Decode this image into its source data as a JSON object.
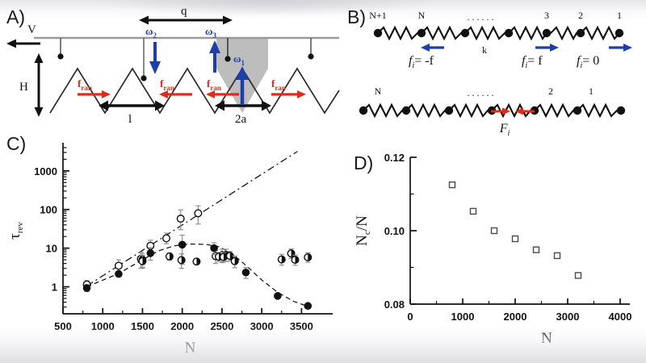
{
  "figure": {
    "panels": [
      "A)",
      "B)",
      "C)",
      "D)"
    ]
  },
  "panel_a": {
    "letter": "A)",
    "labels": {
      "velocity": "V",
      "height": "H",
      "period_q": "q",
      "spacing_l": "l",
      "width_2a": "2a",
      "omega1": "ω",
      "omega1_sub": "1",
      "omega2": "ω",
      "omega2_sub": "2",
      "omega3": "ω",
      "omega3_sub": "3",
      "f_ran": "f",
      "f_ran_sub": "ran"
    },
    "colors": {
      "blue": "#1f3fa8",
      "red": "#e02b16",
      "shade": "#bdbdbd",
      "line": "#2b2b2b",
      "surface": "#9a9a9a"
    },
    "f_ran_directions": [
      "right",
      "left",
      "left",
      "right"
    ]
  },
  "panel_b": {
    "letter": "B)",
    "chain_top": {
      "node_labels": [
        "N+1",
        "N",
        ". . . . . .",
        "3",
        "2",
        "1"
      ],
      "spring_constant": "k",
      "force_labels": [
        "f",
        "f",
        "f"
      ],
      "force_sub": "i",
      "force_values": [
        "= -f",
        "= f",
        "= 0"
      ],
      "arrow_directions": [
        "left",
        "right",
        "right"
      ]
    },
    "chain_bottom": {
      "node_labels": [
        "N",
        ". . . . . .",
        "2",
        "1"
      ],
      "force_label": "F",
      "force_sub": "i",
      "arrow_directions": [
        "right",
        "left"
      ]
    },
    "colors": {
      "blue": "#1f3fa8",
      "red": "#e02b16",
      "line": "#111111"
    }
  },
  "chart_data": [
    {
      "panel": "C)",
      "type": "scatter",
      "title": "",
      "xlabel": "N",
      "ylabel": "τrev",
      "ylabel_base": "τ",
      "ylabel_sub": "rev",
      "xlim": [
        500,
        3750
      ],
      "ylim": [
        0.2,
        4000
      ],
      "yscale": "log",
      "xscale": "linear",
      "xticks": [
        500,
        1000,
        1500,
        2000,
        2500,
        3000,
        3500
      ],
      "xticklabels": [
        "500",
        "1000",
        "1500",
        "2000",
        "2500",
        "3000",
        "3500"
      ],
      "yticks": [
        1,
        10,
        100,
        1000
      ],
      "yticklabels": [
        "1",
        "10",
        "100",
        "1000"
      ],
      "grid": false,
      "legend": "none",
      "series": [
        {
          "name": "open-circles",
          "marker": "open-circle",
          "x": [
            800,
            1200,
            1480,
            1600,
            1800,
            1980,
            2200,
            2420,
            2500
          ],
          "y": [
            1.15,
            3.5,
            5.3,
            11.5,
            18.0,
            58.0,
            80.0,
            6.2,
            6.6
          ],
          "yerr_lo": [
            0.25,
            1.2,
            2.3,
            3.5,
            5.0,
            28.0,
            38.0,
            2.2,
            2.4
          ],
          "yerr_hi": [
            0.3,
            1.5,
            2.6,
            4.5,
            6.5,
            40.0,
            45.0,
            2.6,
            2.8
          ]
        },
        {
          "name": "filled-circles",
          "marker": "filled-circle",
          "x": [
            800,
            1200,
            1500,
            1600,
            2000,
            2400,
            2550,
            2800,
            3200,
            3580
          ],
          "y": [
            0.93,
            2.15,
            5.1,
            7.4,
            12.3,
            10.0,
            6.8,
            2.35,
            0.58,
            0.32
          ],
          "yerr_lo": [
            0.18,
            0.0,
            1.9,
            2.5,
            8.5,
            3.2,
            2.3,
            0.7,
            0.0,
            0.0
          ],
          "yerr_hi": [
            0.2,
            0.0,
            2.2,
            3.0,
            9.5,
            3.8,
            2.6,
            0.8,
            0.0,
            0.0
          ]
        },
        {
          "name": "half-filled-circles",
          "marker": "half-circle",
          "x": [
            1500,
            1840,
            1990,
            2180,
            2460,
            2520,
            2600,
            2660,
            3250,
            3370,
            3420,
            3580
          ],
          "y": [
            4.6,
            6.1,
            4.9,
            4.5,
            6.0,
            5.9,
            6.3,
            4.6,
            5.1,
            7.3,
            5.0,
            5.8
          ],
          "yerr_lo": [
            1.6,
            1.2,
            1.9,
            0.0,
            1.5,
            1.5,
            1.6,
            1.5,
            1.5,
            1.9,
            1.4,
            1.5
          ],
          "yerr_hi": [
            1.9,
            1.4,
            2.2,
            0.0,
            1.8,
            1.8,
            1.9,
            1.7,
            1.8,
            2.2,
            1.6,
            1.8
          ]
        }
      ],
      "curves": [
        {
          "name": "dash-dot-line",
          "style": "dashdot",
          "x": [
            800,
            3450
          ],
          "y": [
            1.05,
            3200
          ]
        },
        {
          "name": "dashed-curve",
          "style": "dashed",
          "x": [
            800,
            1200,
            1500,
            1700,
            1900,
            2100,
            2300,
            2450,
            2600,
            2800,
            3000,
            3200,
            3400,
            3580
          ],
          "y": [
            1.0,
            2.2,
            5.0,
            8.5,
            11.5,
            12.8,
            12.5,
            11.0,
            8.0,
            3.6,
            1.5,
            0.72,
            0.42,
            0.31
          ]
        }
      ]
    },
    {
      "panel": "D)",
      "type": "scatter",
      "title": "",
      "xlabel": "N",
      "ylabel": "Nc/N",
      "ylabel_base": "N",
      "ylabel_sub": "c",
      "ylabel_tail": "/N",
      "xlim": [
        0,
        4000
      ],
      "ylim": [
        0.08,
        0.12
      ],
      "yscale": "linear",
      "xscale": "linear",
      "xticks": [
        0,
        1000,
        2000,
        3000,
        4000
      ],
      "xticklabels": [
        "0",
        "1000",
        "2000",
        "3000",
        "4000"
      ],
      "yticks": [
        0.08,
        0.1,
        0.12
      ],
      "yticklabels": [
        "0.08",
        "0.10",
        "0.12"
      ],
      "grid": false,
      "legend": "none",
      "series": [
        {
          "name": "open-squares",
          "marker": "open-square",
          "x": [
            800,
            1200,
            1600,
            2000,
            2400,
            2800,
            3200
          ],
          "y": [
            0.1125,
            0.1053,
            0.1,
            0.0978,
            0.0948,
            0.0932,
            0.0878
          ]
        }
      ]
    }
  ]
}
